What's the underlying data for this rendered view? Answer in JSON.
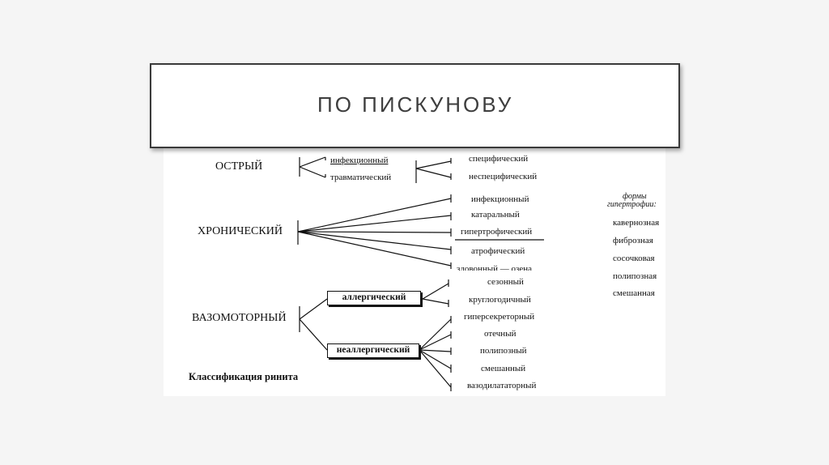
{
  "slide": {
    "title": "ПО ПИСКУНОВУ"
  },
  "diagram": {
    "acute": {
      "label": "ОСТРЫЙ",
      "types": [
        "инфекционный",
        "травматический"
      ],
      "subtypes": [
        "специфический",
        "неспецифический"
      ]
    },
    "chronic": {
      "label": "ХРОНИЧЕСКИЙ",
      "types": [
        "инфекционный",
        "катаральный",
        "гипертрофический",
        "атрофический",
        "зловонный — озена"
      ]
    },
    "hypertrophy": {
      "heading_1": "формы",
      "heading_2": "гипертрофии:",
      "forms": [
        "кавернозная",
        "фиброзная",
        "сосочковая",
        "полипозная",
        "смешанная"
      ]
    },
    "vasomotor": {
      "label": "ВАЗОМОТОРНЫЙ",
      "allergic": {
        "label": "аллергический",
        "types": [
          "сезонный",
          "круглогодичный"
        ]
      },
      "nonallergic": {
        "label": "неаллергический",
        "types": [
          "гиперсекреторный",
          "отечный",
          "полипозный",
          "смешанный",
          "вазодилататорный"
        ]
      }
    },
    "caption": "Классификация ринита"
  }
}
